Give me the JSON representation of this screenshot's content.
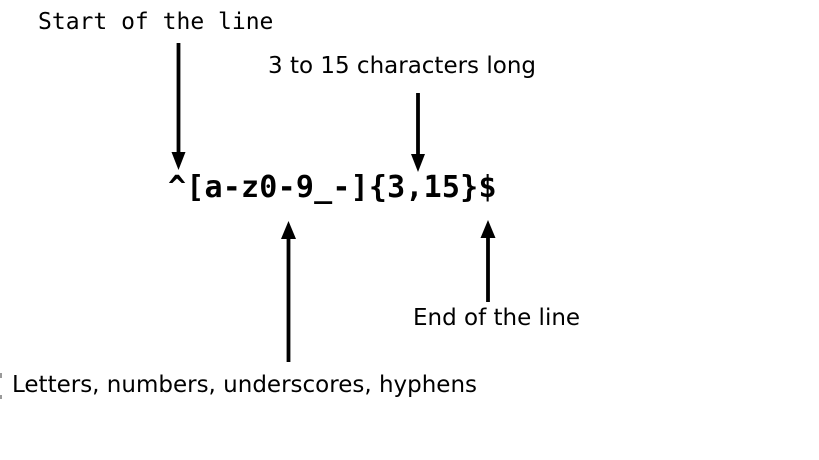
{
  "diagram": {
    "title_hint": "Regex username pattern explanation",
    "regex": "^[a-z0-9_-]{3,15}$",
    "annotations": {
      "start_of_line": "Start of the line",
      "length": "3 to 15 characters long",
      "charset": "Letters, numbers, underscores, hyphens",
      "end_of_line": "End of the line"
    },
    "colors": {
      "ink": "#000000",
      "background": "#ffffff"
    }
  }
}
